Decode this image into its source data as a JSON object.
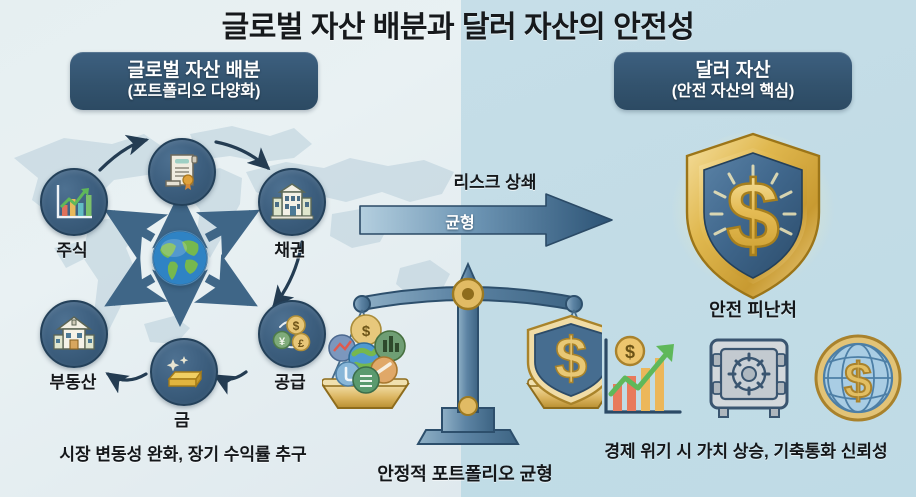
{
  "title": "글로벌 자산 배분과 달러 자산의 안전성",
  "panels": {
    "left": {
      "header_line1": "글로벌 자산 배분",
      "header_line2": "(포트폴리오 다양화)",
      "caption": "시장 변동성 완화, 장기 수익률 추구",
      "center_node": {
        "label": "",
        "icon": "globe-icon"
      },
      "nodes": [
        {
          "label": "주식",
          "icon": "bar-chart-growth-icon"
        },
        {
          "label": "",
          "icon": "certificate-document-icon"
        },
        {
          "label": "채권",
          "icon": "bank-building-icon"
        },
        {
          "label": "공급",
          "icon": "currency-exchange-coins-icon"
        },
        {
          "label": "금",
          "icon": "gold-bar-icon"
        },
        {
          "label": "부동산",
          "icon": "house-icon"
        }
      ]
    },
    "right": {
      "header_line1": "달러 자산",
      "header_line2": "(안전 자산의 핵심)",
      "shield_caption": "안전 피난처",
      "shield_symbol": "$",
      "caption": "경제 위기 시 가치 상승, 기축통화 신뢰성",
      "icons": [
        {
          "name": "growth-chart-coin-icon"
        },
        {
          "name": "safe-vault-icon"
        },
        {
          "name": "globe-dollar-coin-icon"
        }
      ]
    }
  },
  "center": {
    "arrow_top_label": "리스크 상쇄",
    "arrow_inner_label": "균형",
    "scale_caption": "안정적 포트폴리오 균형",
    "scale_left_pan": "diversified-assets-cluster",
    "scale_right_pan": "dollar-shield-icon"
  },
  "colors": {
    "bg_left": "#e6eff1",
    "bg_right": "#c3ddE6",
    "pill": "#33536e",
    "node_disc": "#3e6080",
    "arrow": "#4a7393",
    "gold": "#e3b451",
    "text": "#14171a"
  }
}
